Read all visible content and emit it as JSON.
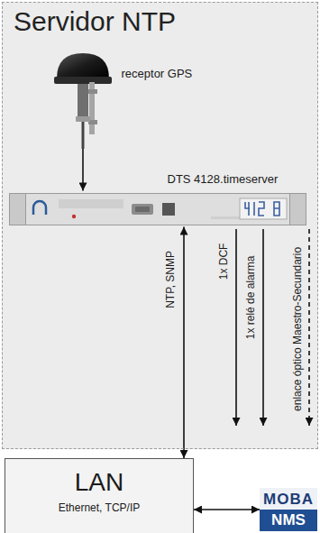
{
  "diagram": {
    "nodes": [
      {
        "text": [
          "Servidor NTP"
        ]
      },
      {
        "text": [
          "receptor GPS"
        ],
        "in": 0
      },
      {
        "text": [
          "DTS 4128.timeserver"
        ],
        "in": 0
      },
      {
        "text": [
          "LAN",
          "Ethernet, TCP/IP"
        ]
      },
      {
        "text": [
          "MOBA",
          "NMS"
        ]
      }
    ],
    "edges": [
      {
        "from": 1,
        "to": 2,
        "arrow": "to"
      },
      {
        "from": 2,
        "to": 3,
        "label": "NTP, SNMP",
        "arrow": "both"
      },
      {
        "from": 3,
        "to": 4,
        "arrow": "both"
      }
    ],
    "labels": [
      "1x DCF",
      "1x relé de alarma",
      "enlace óptico Maestro-Secundario"
    ]
  }
}
